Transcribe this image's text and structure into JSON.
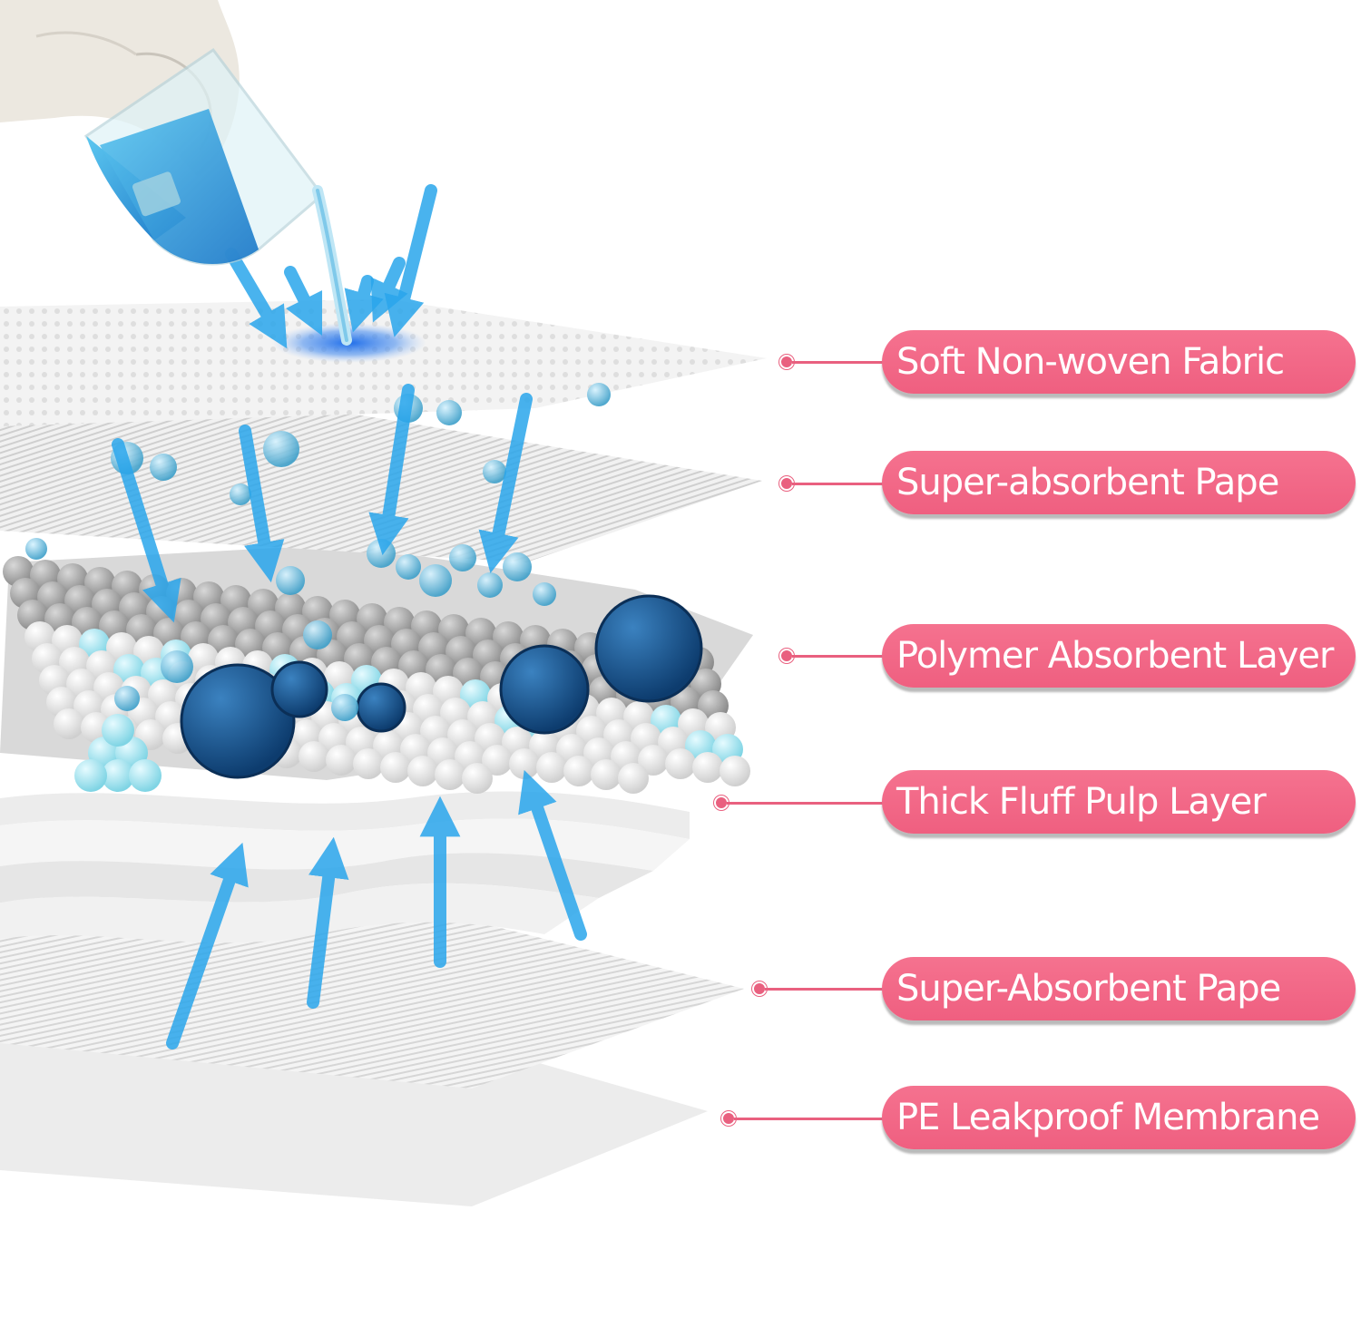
{
  "layers": [
    {
      "label": "Soft Non-woven Fabric"
    },
    {
      "label": "Super-absorbent Pape"
    },
    {
      "label": "Polymer Absorbent Layer"
    },
    {
      "label": "Thick Fluff Pulp Layer"
    },
    {
      "label": "Super-Absorbent Pape"
    },
    {
      "label": "PE Leakproof Membrane"
    }
  ],
  "colors": {
    "label_bg": "#ef6a88",
    "label_text": "#ffffff",
    "arrow": "#2aa6ec",
    "liquid": "#37a9de",
    "bead_dark": "#1f5e9c",
    "bead_light": "#9fe3ef"
  },
  "icons": [
    "gloved-hand-icon",
    "beaker-icon",
    "arrow-icon",
    "droplet-icon"
  ]
}
